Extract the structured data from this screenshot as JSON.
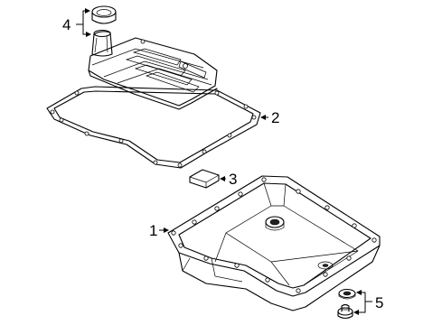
{
  "callouts": {
    "filter": "4",
    "gasket": "2",
    "magnet": "3",
    "pan": "1",
    "drain_plug": "5"
  }
}
